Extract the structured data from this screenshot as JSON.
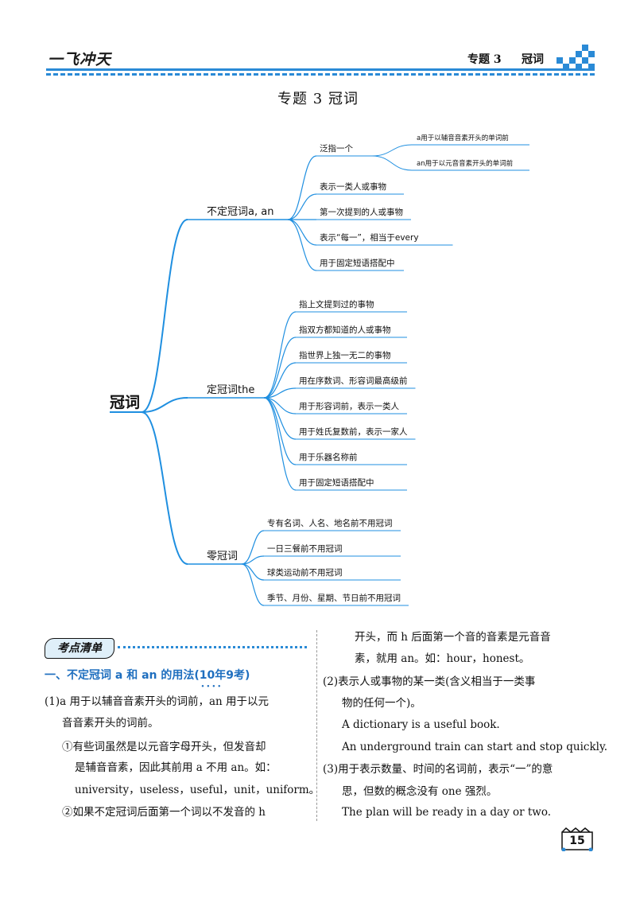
{
  "header": {
    "brand": "一飞冲天",
    "topic": "专题 3",
    "title": "冠词"
  },
  "page_title": "专题 3    冠词",
  "mindmap": {
    "root": "冠词",
    "branches": [
      {
        "label": "不定冠词a, an",
        "items": [
          {
            "label": "泛指一个",
            "children": [
              "a用于以辅音音素开头的单词前",
              "an用于以元音音素开头的单词前"
            ]
          },
          {
            "label": "表示一类人或事物"
          },
          {
            "label": "第一次提到的人或事物"
          },
          {
            "label": "表示“每一”，相当于every"
          },
          {
            "label": "用于固定短语搭配中"
          }
        ]
      },
      {
        "label": "定冠词the",
        "items": [
          {
            "label": "指上文提到过的事物"
          },
          {
            "label": "指双方都知道的人或事物"
          },
          {
            "label": "指世界上独一无二的事物"
          },
          {
            "label": "用在序数词、形容词最高级前"
          },
          {
            "label": "用于形容词前，表示一类人"
          },
          {
            "label": "用于姓氏复数前，表示一家人"
          },
          {
            "label": "用于乐器名称前"
          },
          {
            "label": "用于固定短语搭配中"
          }
        ]
      },
      {
        "label": "零冠词",
        "items": [
          {
            "label": "专有名词、人名、地名前不用冠词"
          },
          {
            "label": "一日三餐前不用冠词"
          },
          {
            "label": "球类运动前不用冠词"
          },
          {
            "label": "季节、月份、星期、节日前不用冠词"
          }
        ]
      }
    ]
  },
  "section": {
    "tag": "考点清单",
    "heading_prefix": "一、不定冠词 a 和 an 的用法(",
    "heading_emph": "10年9考",
    "heading_suffix": ")"
  },
  "left_col": [
    "(1)a 用于以辅音音素开头的词前，an 用于以元",
    "音音素开头的词前。",
    "①有些词虽然是以元音字母开头，但发音却",
    "是辅音音素，因此其前用 a 不用 an。如：",
    "university，useless，useful，unit，uniform。",
    "②如果不定冠词后面第一个词以不发音的 h"
  ],
  "right_col": [
    "开头，而 h 后面第一个音的音素是元音音",
    "素，就用 an。如：hour，honest。",
    "(2)表示人或事物的某一类(含义相当于一类事",
    "物的任何一个)。",
    "A dictionary is a useful book.",
    "An underground train can start and stop quickly.",
    "(3)用于表示数量、时间的名词前，表示“一”的意",
    "思，但数的概念没有 one 强烈。",
    "The plan will be ready in a day or two."
  ],
  "page_number": "15",
  "colors": {
    "accent_blue": "#1f8fe0",
    "heading_blue": "#1f6fbf"
  }
}
